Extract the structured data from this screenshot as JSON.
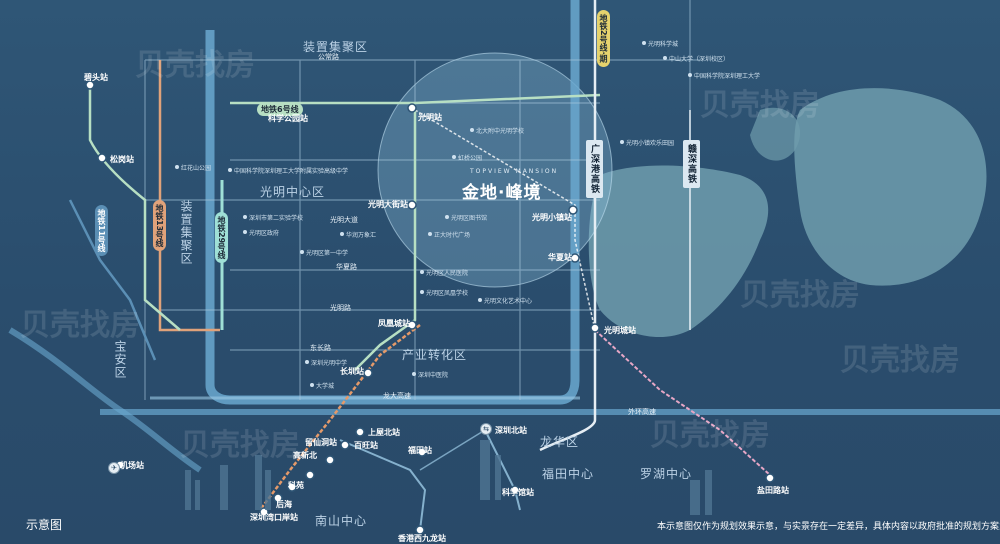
{
  "colors": {
    "background": "#2b4e6e",
    "green_area": "#6f9cad",
    "ring_road": "#6aa8cf",
    "metro_6": "#b7dfc3",
    "metro_13": "#e0a27a",
    "metro_29": "#9fe0d6",
    "metro_11": "#5b8fb5",
    "intercity": "#e49a6a",
    "highway": "#7bb8de"
  },
  "districts": {
    "zhuangzhi_top": "装置集聚区",
    "guangming_center": "光明中心区",
    "zhuangzhi_left": "装置集聚区",
    "industry": "产业转化区",
    "baoan": "宝安区",
    "longhua": "龙华区",
    "futian": "福田中心",
    "luohu": "罗湖中心",
    "nanshan": "南山中心"
  },
  "metro_lines": {
    "line6": "地铁6号线",
    "line13": "地铁13号线",
    "line29": "地铁29号线",
    "line11": "地铁11号线",
    "line2_north": "地铁2号线·期"
  },
  "rail": {
    "guangshen": "广深港高铁",
    "ganshen": "赣深高铁"
  },
  "stations": [
    {
      "id": "bitou",
      "name": "碧头站"
    },
    {
      "id": "songgang",
      "name": "松岗站"
    },
    {
      "id": "kexue_park",
      "name": "科学公园站"
    },
    {
      "id": "guangming",
      "name": "光明站"
    },
    {
      "id": "guangming_street",
      "name": "光明大街站"
    },
    {
      "id": "guangming_xiaozhen",
      "name": "光明小镇站"
    },
    {
      "id": "huaxia",
      "name": "华夏站"
    },
    {
      "id": "guangming_city",
      "name": "光明城站"
    },
    {
      "id": "fengjing",
      "name": "凤凰城站"
    },
    {
      "id": "changzhen",
      "name": "长圳站"
    },
    {
      "id": "shangwu",
      "name": "上屋北站"
    },
    {
      "id": "baiwang",
      "name": "百旺站"
    },
    {
      "id": "liuxiandong",
      "name": "留仙洞站"
    },
    {
      "id": "gaoxinbei",
      "name": "高新北"
    },
    {
      "id": "keyuan",
      "name": "科苑"
    },
    {
      "id": "houhai",
      "name": "后海"
    },
    {
      "id": "shenzhenwan",
      "name": "深圳湾口岸站"
    },
    {
      "id": "airport",
      "name": "机场站"
    },
    {
      "id": "shenzhenbei",
      "name": "深圳北站"
    },
    {
      "id": "futian",
      "name": "福田站"
    },
    {
      "id": "keyuan2",
      "name": "科学馆站"
    },
    {
      "id": "xijiu",
      "name": "香港西九龙站"
    },
    {
      "id": "lianyuan",
      "name": "盐田路站"
    }
  ],
  "roads": {
    "gongming_road": "公常路",
    "guangming_ave": "光明大道",
    "huaxia_road": "华夏路",
    "longda": "龙大高速",
    "waihuan": "外环高速",
    "guangming_road": "光明路",
    "jiuwei": "东长路"
  },
  "project": {
    "name": "金地·峰境",
    "sub": "TOPVIEW MANSION"
  },
  "pois": [
    "光明科学城",
    "中山大学（深圳校区）",
    "中国科学院深圳理工大学",
    "光明区人民医院",
    "光明区图书馆",
    "光明文化艺术中心",
    "光明小镇欢乐田园",
    "深圳市第二实验学校",
    "红花山公园",
    "中国科学院深圳理工大学附属实验高级中学",
    "光明区政府",
    "光明区第一中学",
    "华润万象汇",
    "虹桥公园",
    "正大时代广场",
    "深圳中医院",
    "深圳光明中学",
    "光明区凤凰学校",
    "大学城",
    "北大附中光明学校"
  ],
  "labels": {
    "legend": "示意图",
    "disclaimer": "本示意图仅作为规划效果示意，与实景存在一定差异，具体内容以政府批准的规划方案为准。",
    "watermark": "贝壳找房"
  }
}
